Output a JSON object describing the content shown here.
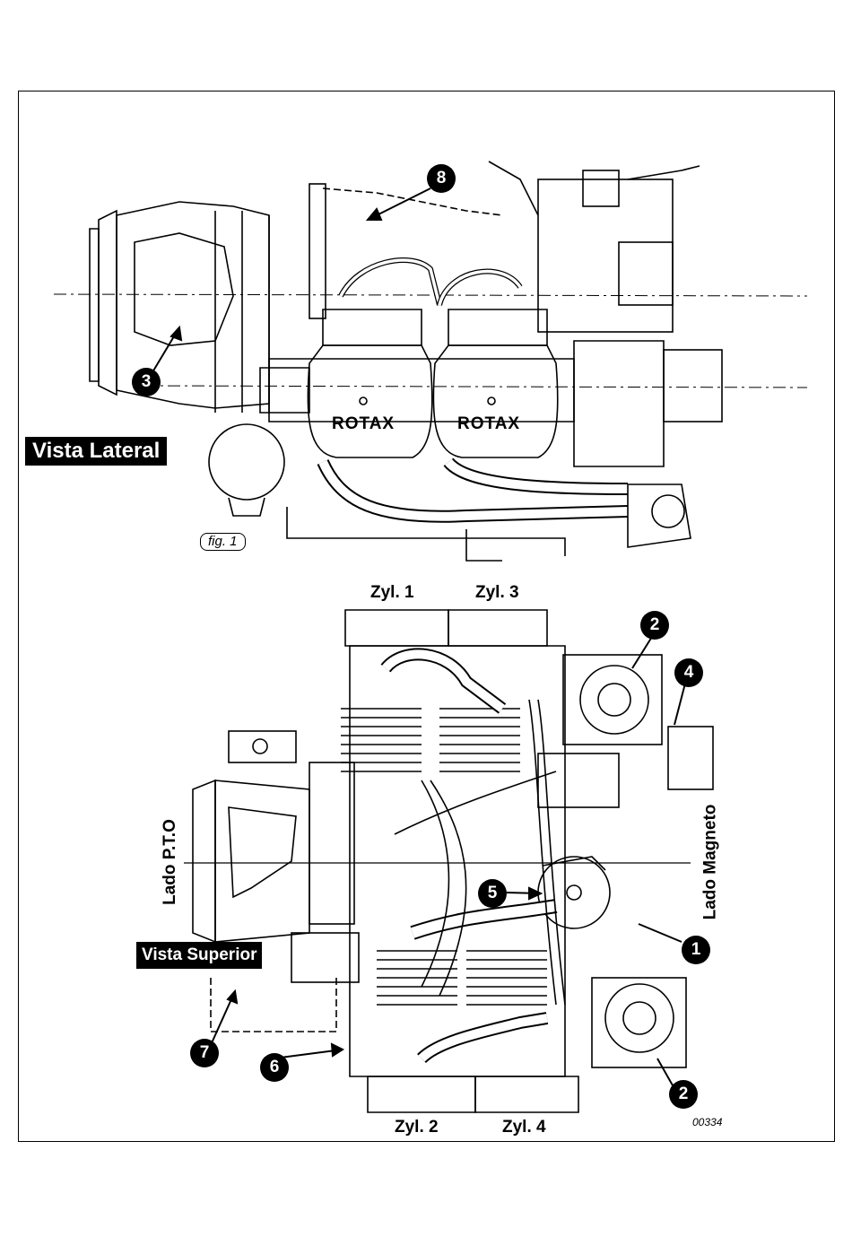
{
  "labels": {
    "side_view": "Vista Lateral",
    "top_view": "Vista Superior",
    "pto_side": "Lado P.T.O",
    "magneto_side": "Lado Magneto",
    "fig": "fig. 1",
    "drawing_ref": "00334"
  },
  "engine_brand": "ROTAX",
  "cylinders": {
    "zyl1": "Zyl. 1",
    "zyl2": "Zyl. 2",
    "zyl3": "Zyl. 3",
    "zyl4": "Zyl. 4"
  },
  "callouts": {
    "c1": "1",
    "c2a": "2",
    "c2b": "2",
    "c3": "3",
    "c4": "4",
    "c5": "5",
    "c6": "6",
    "c7": "7",
    "c8": "8"
  }
}
